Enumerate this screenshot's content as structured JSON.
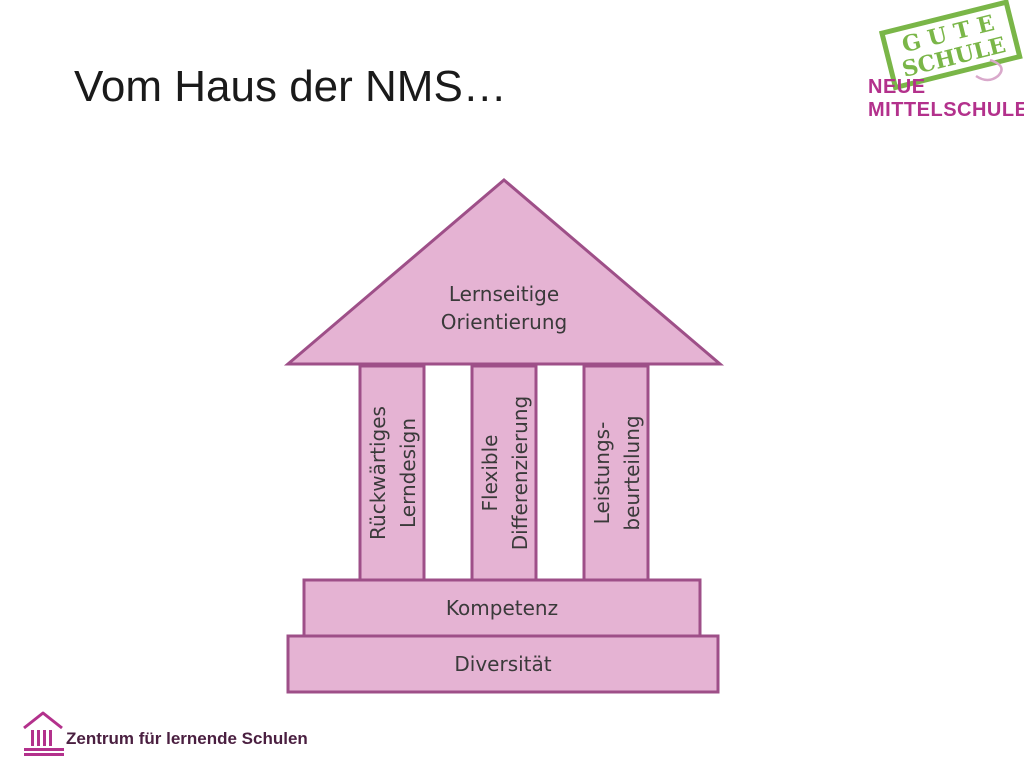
{
  "slide": {
    "title": "Vom Haus der NMS…"
  },
  "logo": {
    "stamp_line1": "G U T E",
    "stamp_line2": "SCHULE",
    "brand_line1": "NEUE",
    "brand_line2": "MITTELSCHULE"
  },
  "house": {
    "roof": {
      "line1": "Lernseitige",
      "line2": "Orientierung"
    },
    "pillars": [
      {
        "line1": "Rückwärtiges",
        "line2": "Lerndesign"
      },
      {
        "line1": "Flexible",
        "line2": "Differenzierung"
      },
      {
        "line1": "Leistungs-",
        "line2": "beurteilung"
      }
    ],
    "steps": {
      "upper": "Kompetenz",
      "lower": "Diversität"
    }
  },
  "footer": {
    "label": "Zentrum für lernende Schulen"
  },
  "colors": {
    "fill": "#e5b3d3",
    "stroke": "#9e4f88",
    "brand": "#b3318c",
    "stamp": "#7ab648"
  }
}
